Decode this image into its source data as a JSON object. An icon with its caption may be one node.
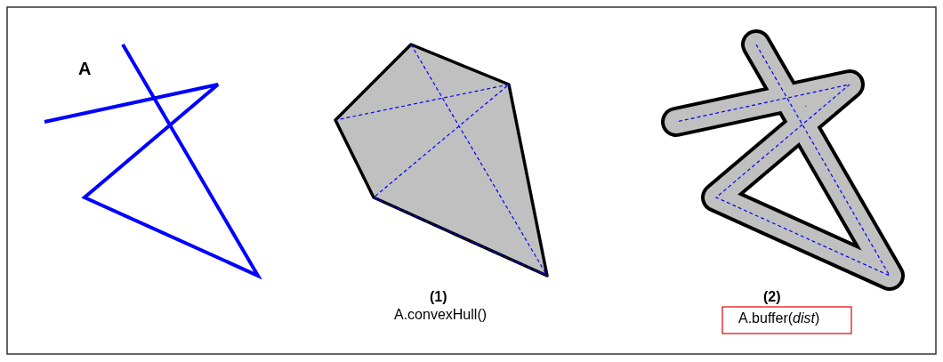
{
  "diagram": {
    "labels": [
      "A",
      "(1)",
      "A.convexHull()",
      "(2)",
      "A.buffer(*dist*)"
    ]
  }
}
